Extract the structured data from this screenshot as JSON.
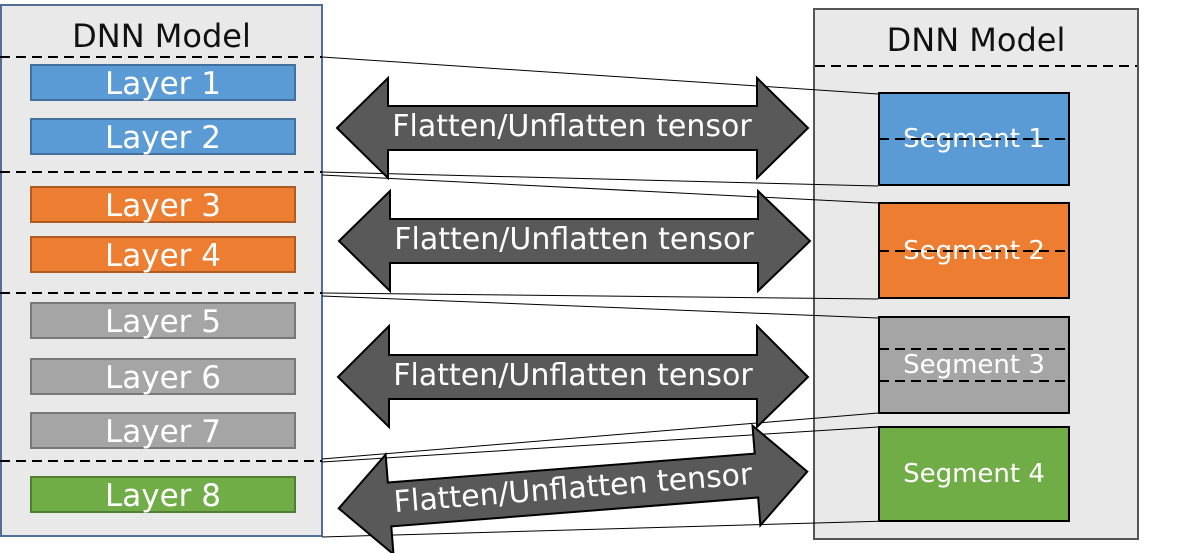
{
  "left_model": {
    "title": "DNN Model",
    "layers": [
      {
        "label": "Layer 1",
        "color": "#5b9bd5"
      },
      {
        "label": "Layer 2",
        "color": "#5b9bd5"
      },
      {
        "label": "Layer 3",
        "color": "#ed7d31"
      },
      {
        "label": "Layer 4",
        "color": "#ed7d31"
      },
      {
        "label": "Layer 5",
        "color": "#a5a5a5"
      },
      {
        "label": "Layer 6",
        "color": "#a5a5a5"
      },
      {
        "label": "Layer 7",
        "color": "#a5a5a5"
      },
      {
        "label": "Layer 8",
        "color": "#70ad47"
      }
    ]
  },
  "right_model": {
    "title": "DNN Model",
    "segments": [
      {
        "label": "Segment 1",
        "color": "#5b9bd5"
      },
      {
        "label": "Segment 2",
        "color": "#ed7d31"
      },
      {
        "label": "Segment 3",
        "color": "#a5a5a5"
      },
      {
        "label": "Segment 4",
        "color": "#70ad47"
      }
    ]
  },
  "arrows": [
    {
      "label": "Flatten/Unflatten tensor"
    },
    {
      "label": "Flatten/Unflatten tensor"
    },
    {
      "label": "Flatten/Unflatten tensor"
    },
    {
      "label": "Flatten/Unflatten tensor"
    }
  ],
  "colors": {
    "arrow_fill": "#595959",
    "arrow_stroke": "#000000"
  }
}
